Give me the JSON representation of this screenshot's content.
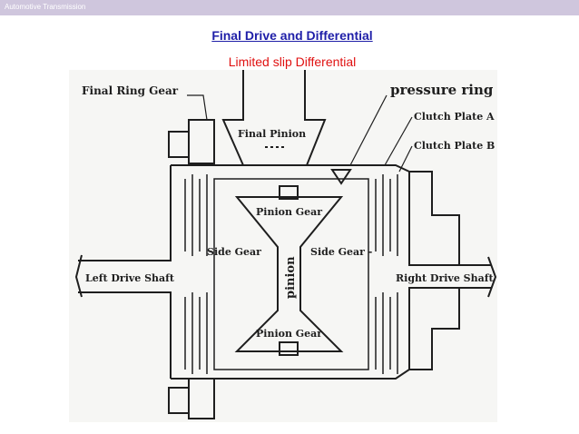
{
  "header": {
    "label": "Automotive Transmission"
  },
  "slide": {
    "title": "Final Drive and Differential",
    "subtitle": "Limited slip Differential"
  },
  "diagram": {
    "labels": {
      "final_ring_gear": "Final Ring Gear",
      "final_pinion": "Final Pinion",
      "pressure_ring": "pressure ring",
      "clutch_plate_a": "Clutch Plate A",
      "clutch_plate_b": "Clutch Plate B",
      "pinion_gear_top": "Pinion Gear",
      "pinion_gear_bottom": "Pinion Gear",
      "side_gear_left": "Side Gear",
      "side_gear_right": "Side Gear -",
      "pinion": "pinion",
      "left_drive_shaft": "Left Drive Shaft",
      "right_drive_shaft": "Right Drive Shaft"
    }
  },
  "colors": {
    "header_bg": "#cfc6dd",
    "title": "#1f1fa8",
    "subtitle": "#e01010",
    "ink": "#1e1e1e"
  }
}
